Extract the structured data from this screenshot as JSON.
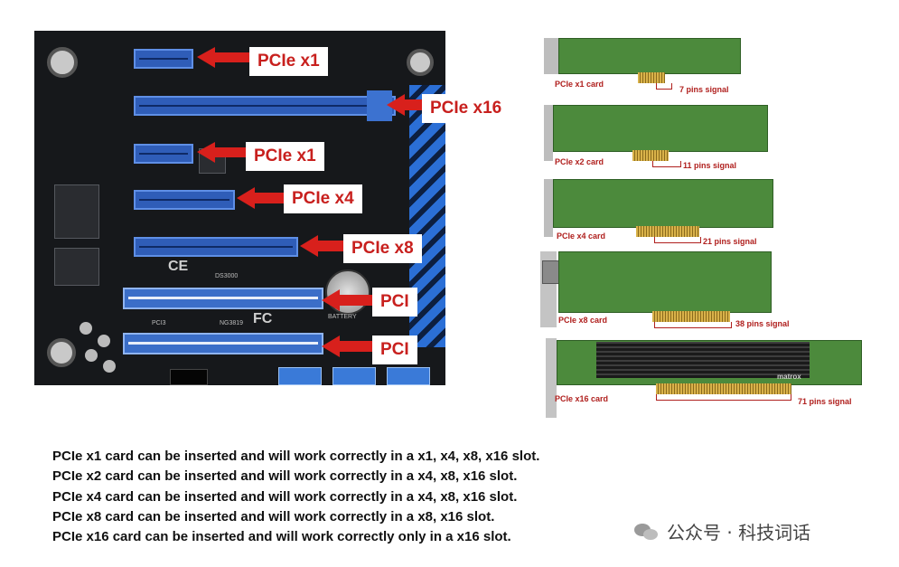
{
  "motherboard": {
    "callouts": [
      {
        "id": "x1-top",
        "label": "PCIe x1"
      },
      {
        "id": "x16",
        "label": "PCIe x16"
      },
      {
        "id": "x1-mid",
        "label": "PCIe x1"
      },
      {
        "id": "x4",
        "label": "PCIe x4"
      },
      {
        "id": "x8",
        "label": "PCIe x8"
      },
      {
        "id": "pci-1",
        "label": "PCI"
      },
      {
        "id": "pci-2",
        "label": "PCI"
      }
    ],
    "silkscreen": [
      "CE",
      "FC",
      "BATTERY",
      "PCI3",
      "NG3819",
      "DS3000"
    ]
  },
  "cards": [
    {
      "label": "PCIe x1 card",
      "pins": "7 pins signal"
    },
    {
      "label": "PCIe x2 card",
      "pins": "11 pins signal"
    },
    {
      "label": "PCIe x4 card",
      "pins": "21 pins signal"
    },
    {
      "label": "PCIe x8 card",
      "pins": "38 pins signal"
    },
    {
      "label": "PCIe x16 card",
      "pins": "71 pins signal",
      "brand": "matrox"
    }
  ],
  "compatibility": [
    "PCIe x1 card can be inserted and will work correctly in a x1, x4, x8, x16 slot.",
    "PCIe x2 card can be inserted and will work correctly in a x4, x8, x16 slot.",
    "PCIe x4 card can be inserted and will work correctly in a x4, x8, x16 slot.",
    "PCIe x8 card can be inserted and will work correctly in a x8, x16 slot.",
    "PCIe x16 card can be inserted and will work correctly only in a x16 slot."
  ],
  "watermark": "公众号 · 科技词话",
  "colors": {
    "callout_text": "#c8201e",
    "arrow": "#d8201c",
    "slot_blue": "#2f5db8",
    "pcb_green": "#4c8a3c",
    "board": "#16181b"
  }
}
